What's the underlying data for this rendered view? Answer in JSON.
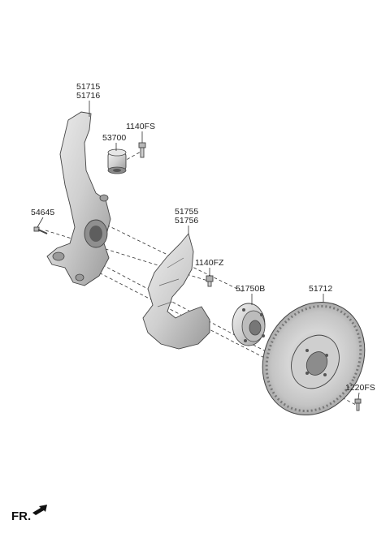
{
  "parts": {
    "knuckle": {
      "labels": [
        "51715",
        "51716"
      ]
    },
    "bushing": {
      "label": "53700"
    },
    "bolt_top": {
      "label": "1140FS"
    },
    "bolt_left": {
      "label": "54645"
    },
    "dust_cover": {
      "labels": [
        "51755",
        "51756"
      ]
    },
    "bolt_shield": {
      "label": "1140FZ"
    },
    "hub": {
      "label": "51750B"
    },
    "disc": {
      "label": "51712"
    },
    "bolt_disc": {
      "label": "1220FS"
    }
  },
  "direction": {
    "label": "FR."
  },
  "colors": {
    "part_fill": "#d9d9d9",
    "part_stroke": "#444444",
    "text": "#222222"
  }
}
